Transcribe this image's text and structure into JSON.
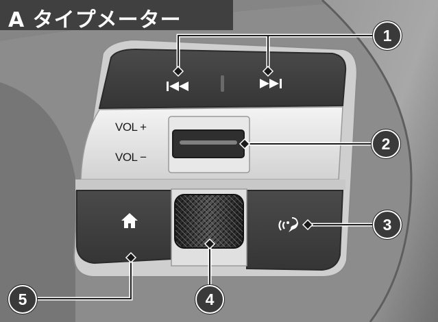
{
  "title": "A タイプメーター",
  "labels": {
    "vol_up": "VOL +",
    "vol_down": "VOL −"
  },
  "callouts": [
    "1",
    "2",
    "3",
    "4",
    "5"
  ],
  "icons": {
    "previous": "skip-previous-icon",
    "next": "skip-next-icon",
    "home": "home-icon",
    "voice": "voice-command-icon"
  },
  "colors": {
    "title_background": "#404040",
    "callout_fill": "#3a3a3a",
    "leader_line": "#ffffff"
  }
}
